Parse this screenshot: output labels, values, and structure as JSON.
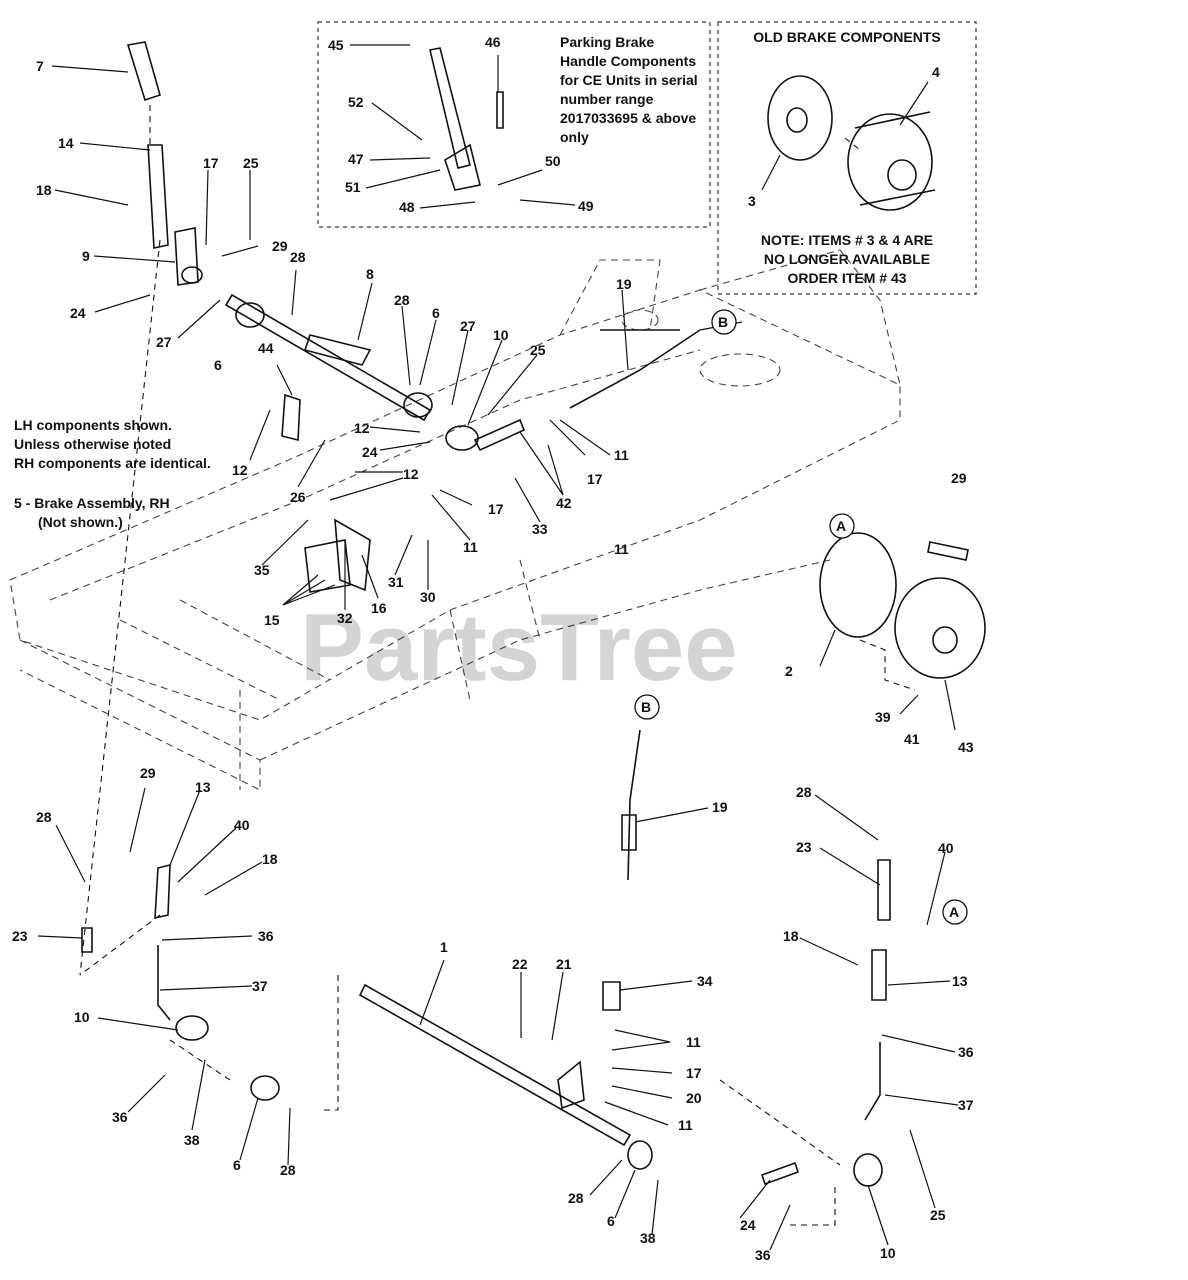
{
  "watermark": "PartsTree",
  "insets": {
    "parking_brake": [
      "Parking Brake",
      "Handle Components",
      "for CE Units in serial",
      "number range",
      "2017033695 & above",
      "only"
    ],
    "old_brake_title": "OLD BRAKE COMPONENTS",
    "old_brake_note": [
      "NOTE: ITEMS # 3 & 4 ARE",
      "NO LONGER AVAILABLE",
      "ORDER ITEM # 43"
    ]
  },
  "notes": {
    "lh": [
      "LH components shown.",
      "Unless otherwise noted",
      "RH components are identical."
    ],
    "rh_brake": [
      "5 - Brake Assembly, RH",
      "(Not shown.)"
    ]
  },
  "callouts": [
    "7",
    "14",
    "17",
    "25",
    "18",
    "29",
    "9",
    "24",
    "27",
    "28",
    "8",
    "6",
    "28",
    "6",
    "27",
    "10",
    "25",
    "19",
    "44",
    "12",
    "24",
    "12",
    "12",
    "26",
    "17",
    "42",
    "11",
    "17",
    "33",
    "11",
    "35",
    "31",
    "30",
    "15",
    "32",
    "16",
    "45",
    "46",
    "52",
    "47",
    "51",
    "48",
    "50",
    "49",
    "4",
    "3",
    "2",
    "29",
    "39",
    "41",
    "43",
    "29",
    "13",
    "40",
    "18",
    "28",
    "23",
    "36",
    "37",
    "10",
    "36",
    "38",
    "6",
    "28",
    "1",
    "22",
    "21",
    "34",
    "11",
    "17",
    "20",
    "11",
    "28",
    "6",
    "38",
    "19",
    "28",
    "23",
    "40",
    "18",
    "13",
    "36",
    "37",
    "24",
    "36",
    "10",
    "25",
    "11"
  ],
  "connectors": [
    "A",
    "B",
    "B",
    "A"
  ]
}
